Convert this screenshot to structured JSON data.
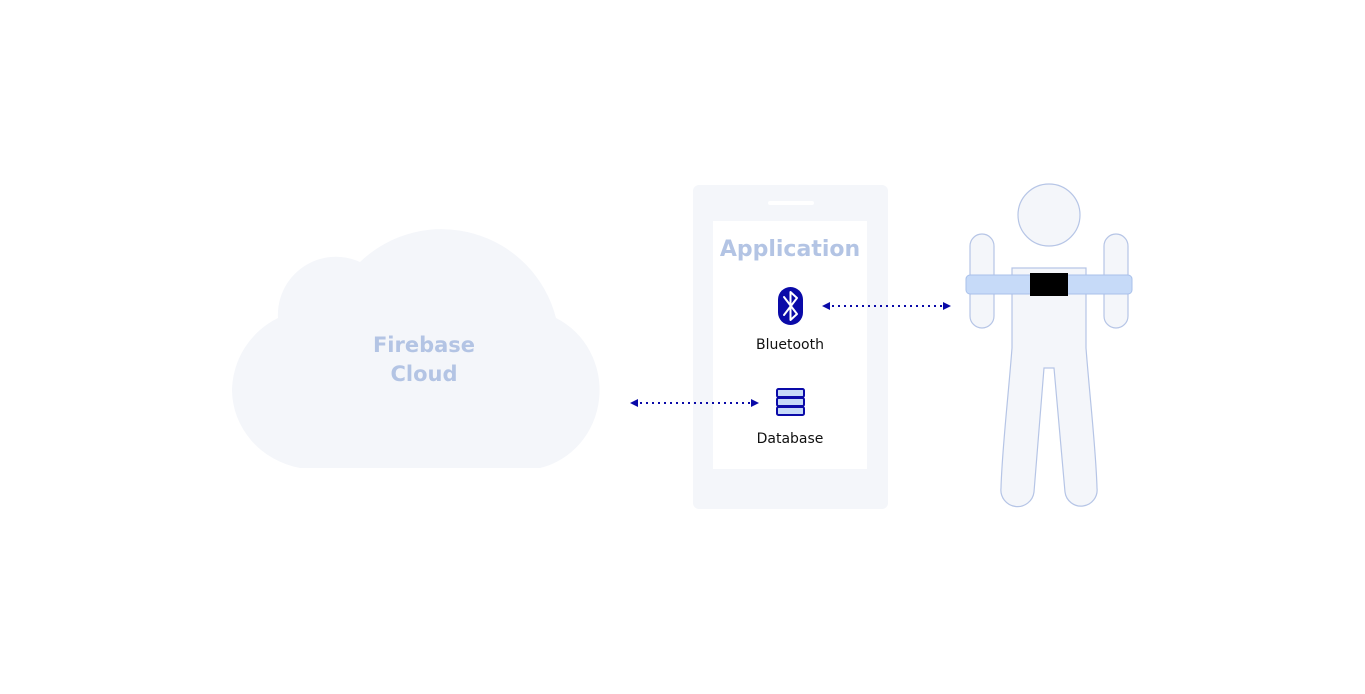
{
  "cloud": {
    "label_line1": "Firebase",
    "label_line2": "Cloud"
  },
  "phone": {
    "title": "Application",
    "bluetooth_label": "Bluetooth",
    "database_label": "Database"
  },
  "icons": {
    "bluetooth": "bluetooth-icon",
    "database": "database-icon",
    "person": "person-figure",
    "sensor": "sensor-belt"
  },
  "colors": {
    "cloud_fill": "#f4f6fa",
    "phone_fill": "#f4f6fa",
    "screen_fill": "#ffffff",
    "label_light": "#b3c4e4",
    "accent_blue": "#0a0aa8",
    "person_outline": "#b6c5e6",
    "belt_fill": "#c6daf8",
    "sensor_fill": "#000000"
  }
}
